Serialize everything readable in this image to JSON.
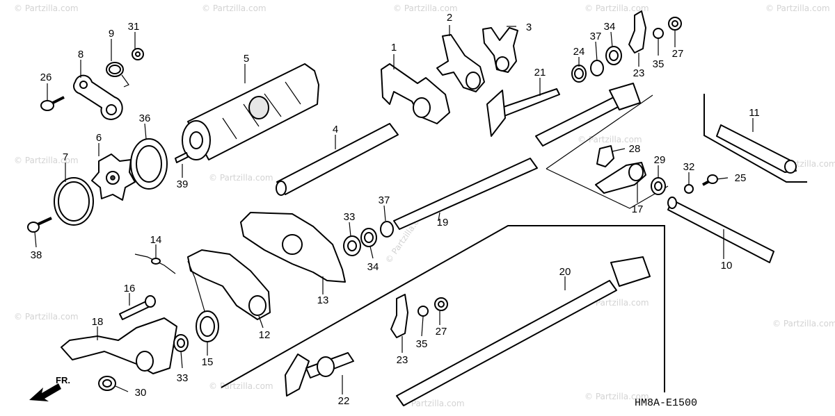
{
  "diagram": {
    "code": "HM8A-E1500",
    "direction_label": "FR.",
    "watermark": "© Partzilla.com",
    "callouts": [
      {
        "id": "c1",
        "label": "1"
      },
      {
        "id": "c2",
        "label": "2"
      },
      {
        "id": "c3",
        "label": "3"
      },
      {
        "id": "c4",
        "label": "4"
      },
      {
        "id": "c5",
        "label": "5"
      },
      {
        "id": "c6",
        "label": "6"
      },
      {
        "id": "c7",
        "label": "7"
      },
      {
        "id": "c8",
        "label": "8"
      },
      {
        "id": "c9",
        "label": "9"
      },
      {
        "id": "c10",
        "label": "10"
      },
      {
        "id": "c11",
        "label": "11"
      },
      {
        "id": "c12",
        "label": "12"
      },
      {
        "id": "c13",
        "label": "13"
      },
      {
        "id": "c14",
        "label": "14"
      },
      {
        "id": "c15",
        "label": "15"
      },
      {
        "id": "c16",
        "label": "16"
      },
      {
        "id": "c17",
        "label": "17"
      },
      {
        "id": "c18",
        "label": "18"
      },
      {
        "id": "c19",
        "label": "19"
      },
      {
        "id": "c20",
        "label": "20"
      },
      {
        "id": "c21",
        "label": "21"
      },
      {
        "id": "c22",
        "label": "22"
      },
      {
        "id": "c23a",
        "label": "23"
      },
      {
        "id": "c23b",
        "label": "23"
      },
      {
        "id": "c24",
        "label": "24"
      },
      {
        "id": "c25",
        "label": "25"
      },
      {
        "id": "c26",
        "label": "26"
      },
      {
        "id": "c27a",
        "label": "27"
      },
      {
        "id": "c27b",
        "label": "27"
      },
      {
        "id": "c28",
        "label": "28"
      },
      {
        "id": "c29",
        "label": "29"
      },
      {
        "id": "c30",
        "label": "30"
      },
      {
        "id": "c31",
        "label": "31"
      },
      {
        "id": "c32",
        "label": "32"
      },
      {
        "id": "c33a",
        "label": "33"
      },
      {
        "id": "c33b",
        "label": "33"
      },
      {
        "id": "c34a",
        "label": "34"
      },
      {
        "id": "c34b",
        "label": "34"
      },
      {
        "id": "c35a",
        "label": "35"
      },
      {
        "id": "c35b",
        "label": "35"
      },
      {
        "id": "c36",
        "label": "36"
      },
      {
        "id": "c37a",
        "label": "37"
      },
      {
        "id": "c37b",
        "label": "37"
      },
      {
        "id": "c38",
        "label": "38"
      },
      {
        "id": "c39",
        "label": "39"
      }
    ]
  }
}
